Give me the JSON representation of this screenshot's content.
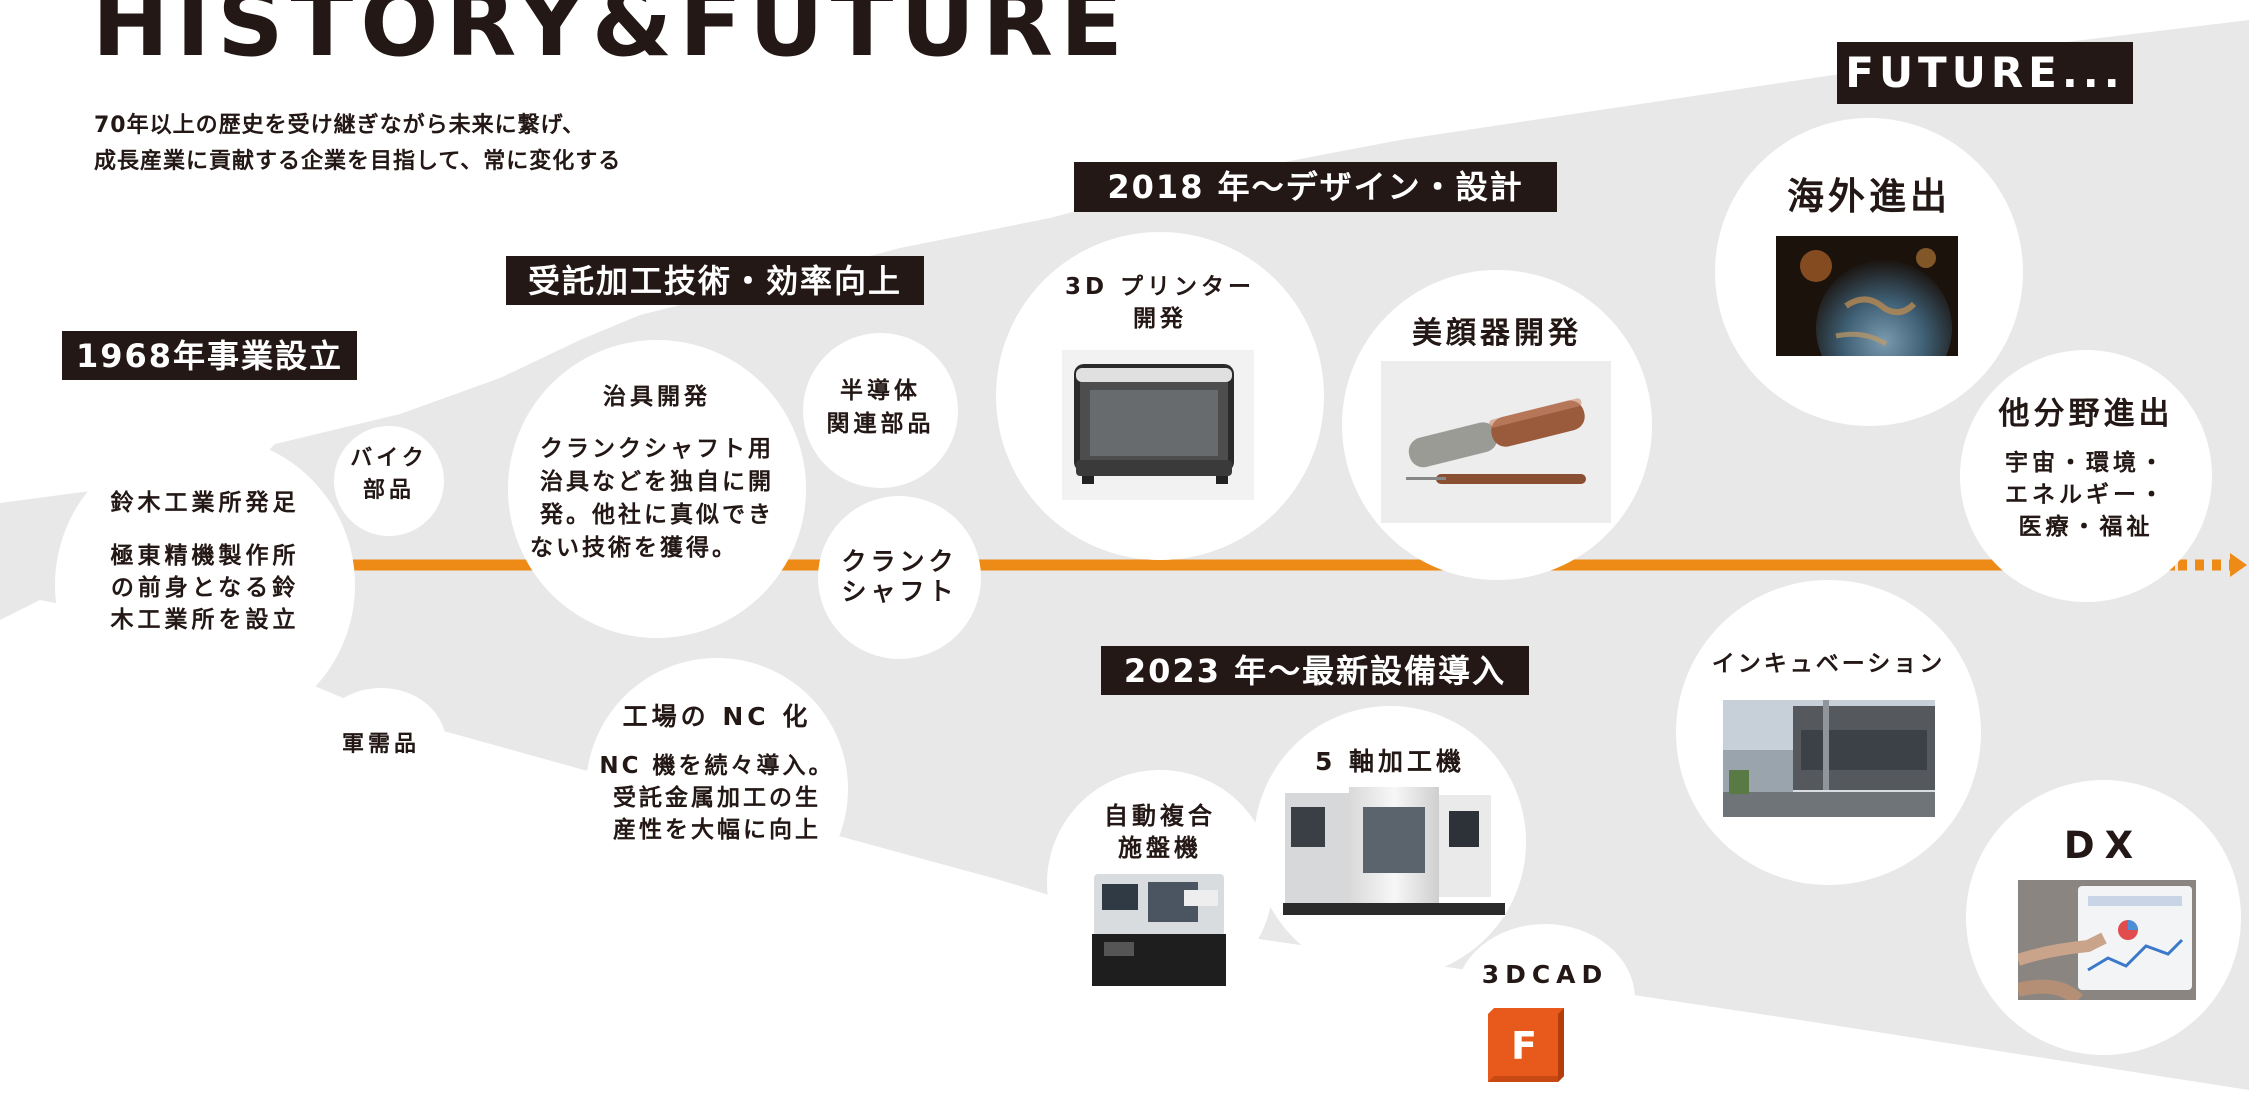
{
  "header": {
    "title": "HISTORY&FUTURE",
    "subtitle_line1": "70年以上の歴史を受け継ぎながら未来に繋げ、",
    "subtitle_line2": "成長産業に貢献する企業を目指して、常に変化する"
  },
  "milestones": {
    "founding": "1968年事業設立",
    "contract": "受託加工技術・効率向上",
    "design": "2018 年～デザイン・設計",
    "equipment": "2023 年～最新設備導入",
    "future": "FUTURE..."
  },
  "nodes": {
    "suzuki_title": "鈴木工業所発足",
    "suzuki_l1": "極東精機製作所",
    "suzuki_l2": "の前身となる鈴",
    "suzuki_l3": "木工業所を設立",
    "bike_l1": "バイク",
    "bike_l2": "部品",
    "military": "軍需品",
    "jig_title": "治具開発",
    "jig_l1": "クランクシャフト用",
    "jig_l2": "治具などを独自に開",
    "jig_l3": "発。他社に真似でき",
    "jig_l4": "ない技術を獲得。",
    "semi_l1": "半導体",
    "semi_l2": "関連部品",
    "crank_l1": "クランク",
    "crank_l2": "シャフト",
    "nc_title": "工場の NC 化",
    "nc_l1": "NC 機を続々導入。",
    "nc_l2": "受託金属加工の生",
    "nc_l3": "産性を大幅に向上",
    "printer_l1": "3D プリンター",
    "printer_l2": "開発",
    "beauty": "美顔器開発",
    "lathe_l1": "自動複合",
    "lathe_l2": "施盤機",
    "fiveaxis": "5 軸加工機",
    "cad": "3DCAD",
    "cad_logo_letter": "F",
    "overseas": "海外進出",
    "other_title": "他分野進出",
    "other_l1": "宇宙・環境・",
    "other_l2": "エネルギー・",
    "other_l3": "医療・福祉",
    "incubation": "インキュベーション",
    "dx": "DX"
  },
  "colors": {
    "timeline": "#ee8a16",
    "banner": "#231815",
    "wedge": "#e8e8e8",
    "text": "#231815",
    "cad_logo": "#e85a1b"
  },
  "icons": [
    "fusion-360-logo-icon",
    "timeline-arrow-icon"
  ]
}
